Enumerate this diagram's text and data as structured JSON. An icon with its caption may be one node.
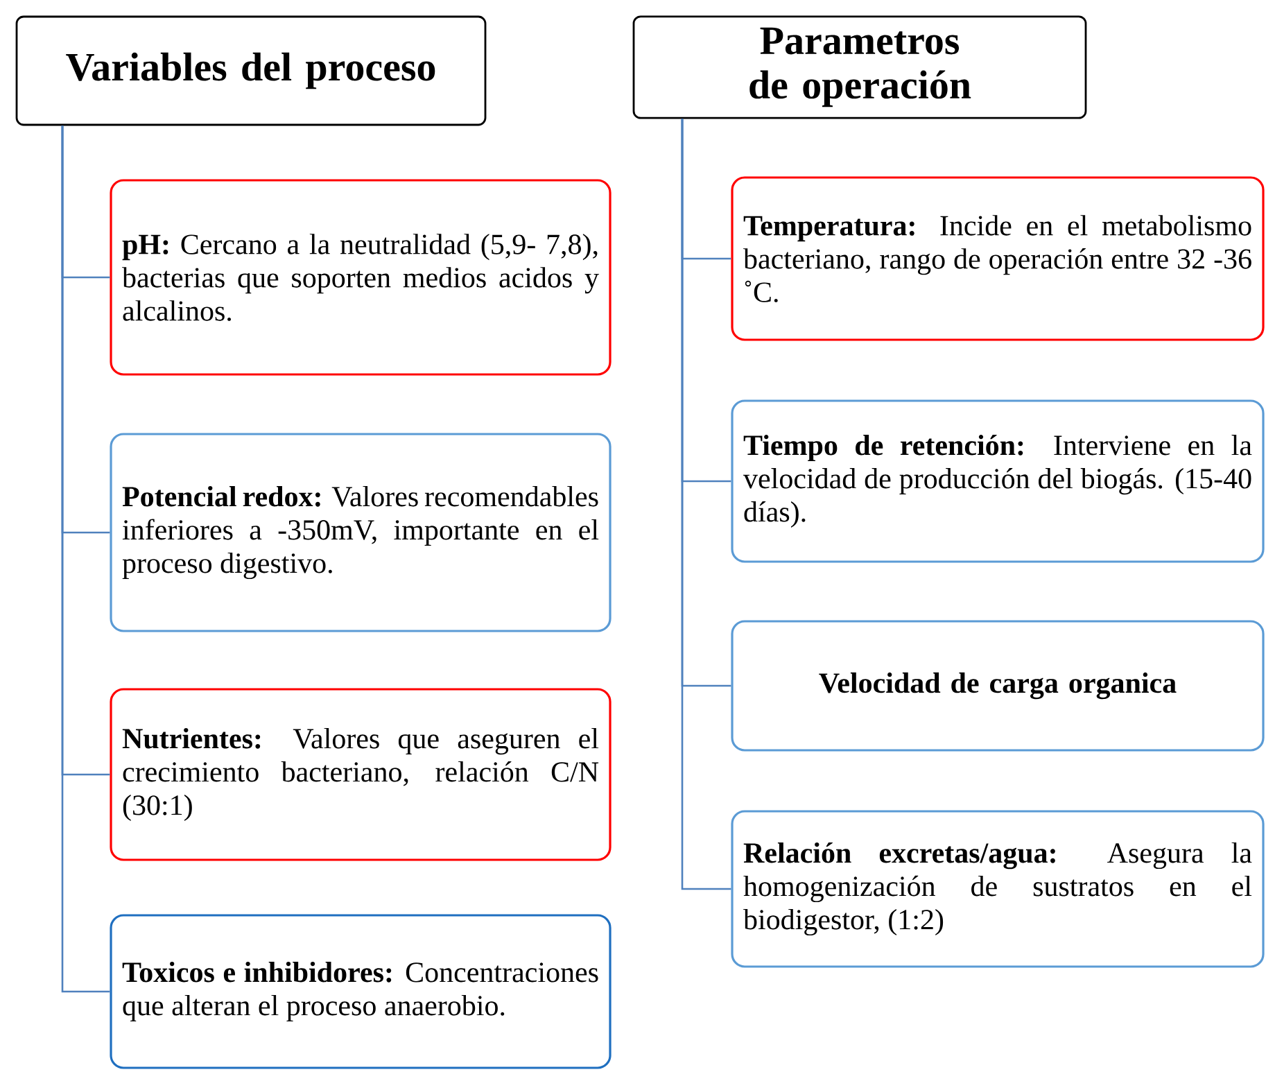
{
  "diagram": {
    "nodes": [
      {
        "text": [
          "Variables del proceso"
        ]
      },
      {
        "text": [
          "**pH:** Cercano a la neutralidad (5,9- 7,8), bacterias que soporten medios acidos y alcalinos."
        ]
      },
      {
        "text": [
          "**Potencial redox:** Valores recomendables inferiores a -350mV, importante en el proceso digestivo."
        ]
      },
      {
        "text": [
          "**Nutrientes:** Valores que aseguren el crecimiento bacteriano, relación C/N (30:1)"
        ]
      },
      {
        "text": [
          "**Toxicos e inhibidores:** Concentraciones que alteran el proceso anaerobio."
        ]
      },
      {
        "text": [
          "Parametros de operación"
        ]
      },
      {
        "text": [
          "**Temperatura:** Incide en el metabolismo bacteriano, rango de operación entre 32 -36 ˚C."
        ]
      },
      {
        "text": [
          "**Tiempo de retención:** Interviene en la velocidad de producción del biogás. (15-40 días)."
        ]
      },
      {
        "text": [
          "Velocidad de carga organica"
        ]
      },
      {
        "text": [
          "**Relación excretas/agua:** Asegura la homogenización de sustratos en el biodigestor, (1:2)"
        ]
      }
    ],
    "edges": [
      {
        "from": 0,
        "to": 1,
        "arrow": "none"
      },
      {
        "from": 0,
        "to": 2,
        "arrow": "none"
      },
      {
        "from": 0,
        "to": 3,
        "arrow": "none"
      },
      {
        "from": 0,
        "to": 4,
        "arrow": "none"
      },
      {
        "from": 5,
        "to": 6,
        "arrow": "none"
      },
      {
        "from": 5,
        "to": 7,
        "arrow": "none"
      },
      {
        "from": 5,
        "to": 8,
        "arrow": "none"
      },
      {
        "from": 5,
        "to": 9,
        "arrow": "none"
      }
    ]
  }
}
